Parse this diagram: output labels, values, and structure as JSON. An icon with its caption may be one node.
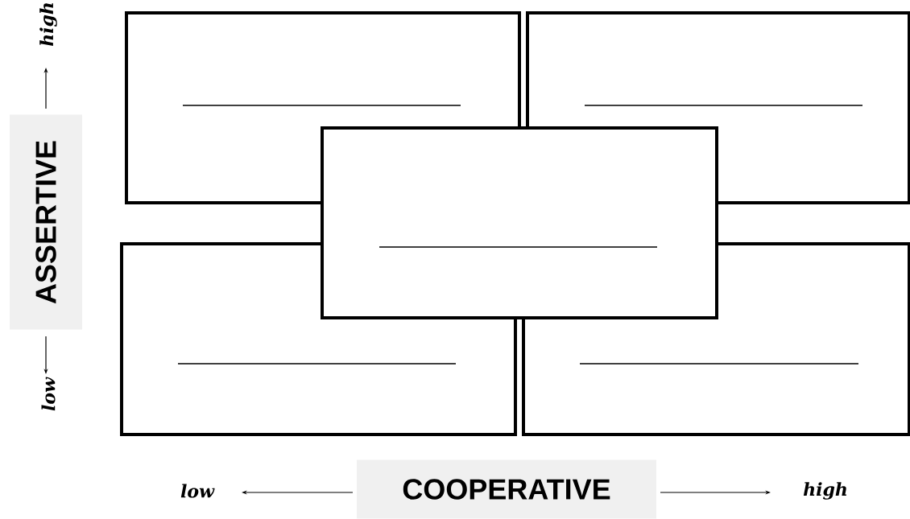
{
  "diagram": {
    "nodes": [
      {
        "text": [],
        "shape": "box"
      },
      {
        "text": [],
        "shape": "box"
      },
      {
        "text": [],
        "shape": "box"
      },
      {
        "text": [],
        "shape": "box"
      },
      {
        "text": [],
        "shape": "box"
      }
    ],
    "labels": [
      "high",
      "ASSERTIVE",
      "low",
      "low",
      "COOPERATIVE",
      "high"
    ]
  }
}
